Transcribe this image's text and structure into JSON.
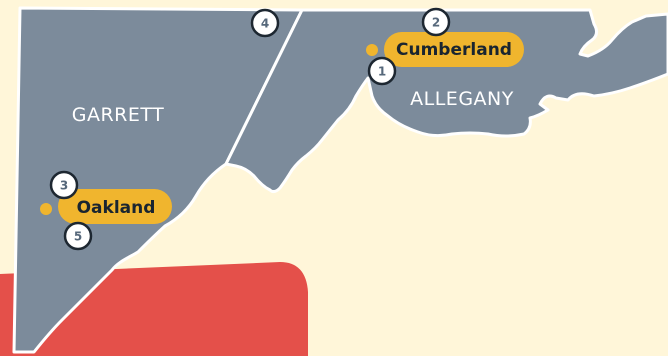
{
  "colors": {
    "background": "#fff6d9",
    "county_fill": "#7c8b9b",
    "county_border": "#ffffff",
    "city_pill": "#f0b52e",
    "region_red": "#e4504a",
    "marker_fill": "#ffffff",
    "marker_stroke": "#1d2731"
  },
  "counties": [
    {
      "name": "GARRETT"
    },
    {
      "name": "ALLEGANY"
    }
  ],
  "cities": [
    {
      "name": "Cumberland"
    },
    {
      "name": "Oakland"
    }
  ],
  "markers": [
    {
      "number": "1"
    },
    {
      "number": "2"
    },
    {
      "number": "3"
    },
    {
      "number": "4"
    },
    {
      "number": "5"
    }
  ]
}
